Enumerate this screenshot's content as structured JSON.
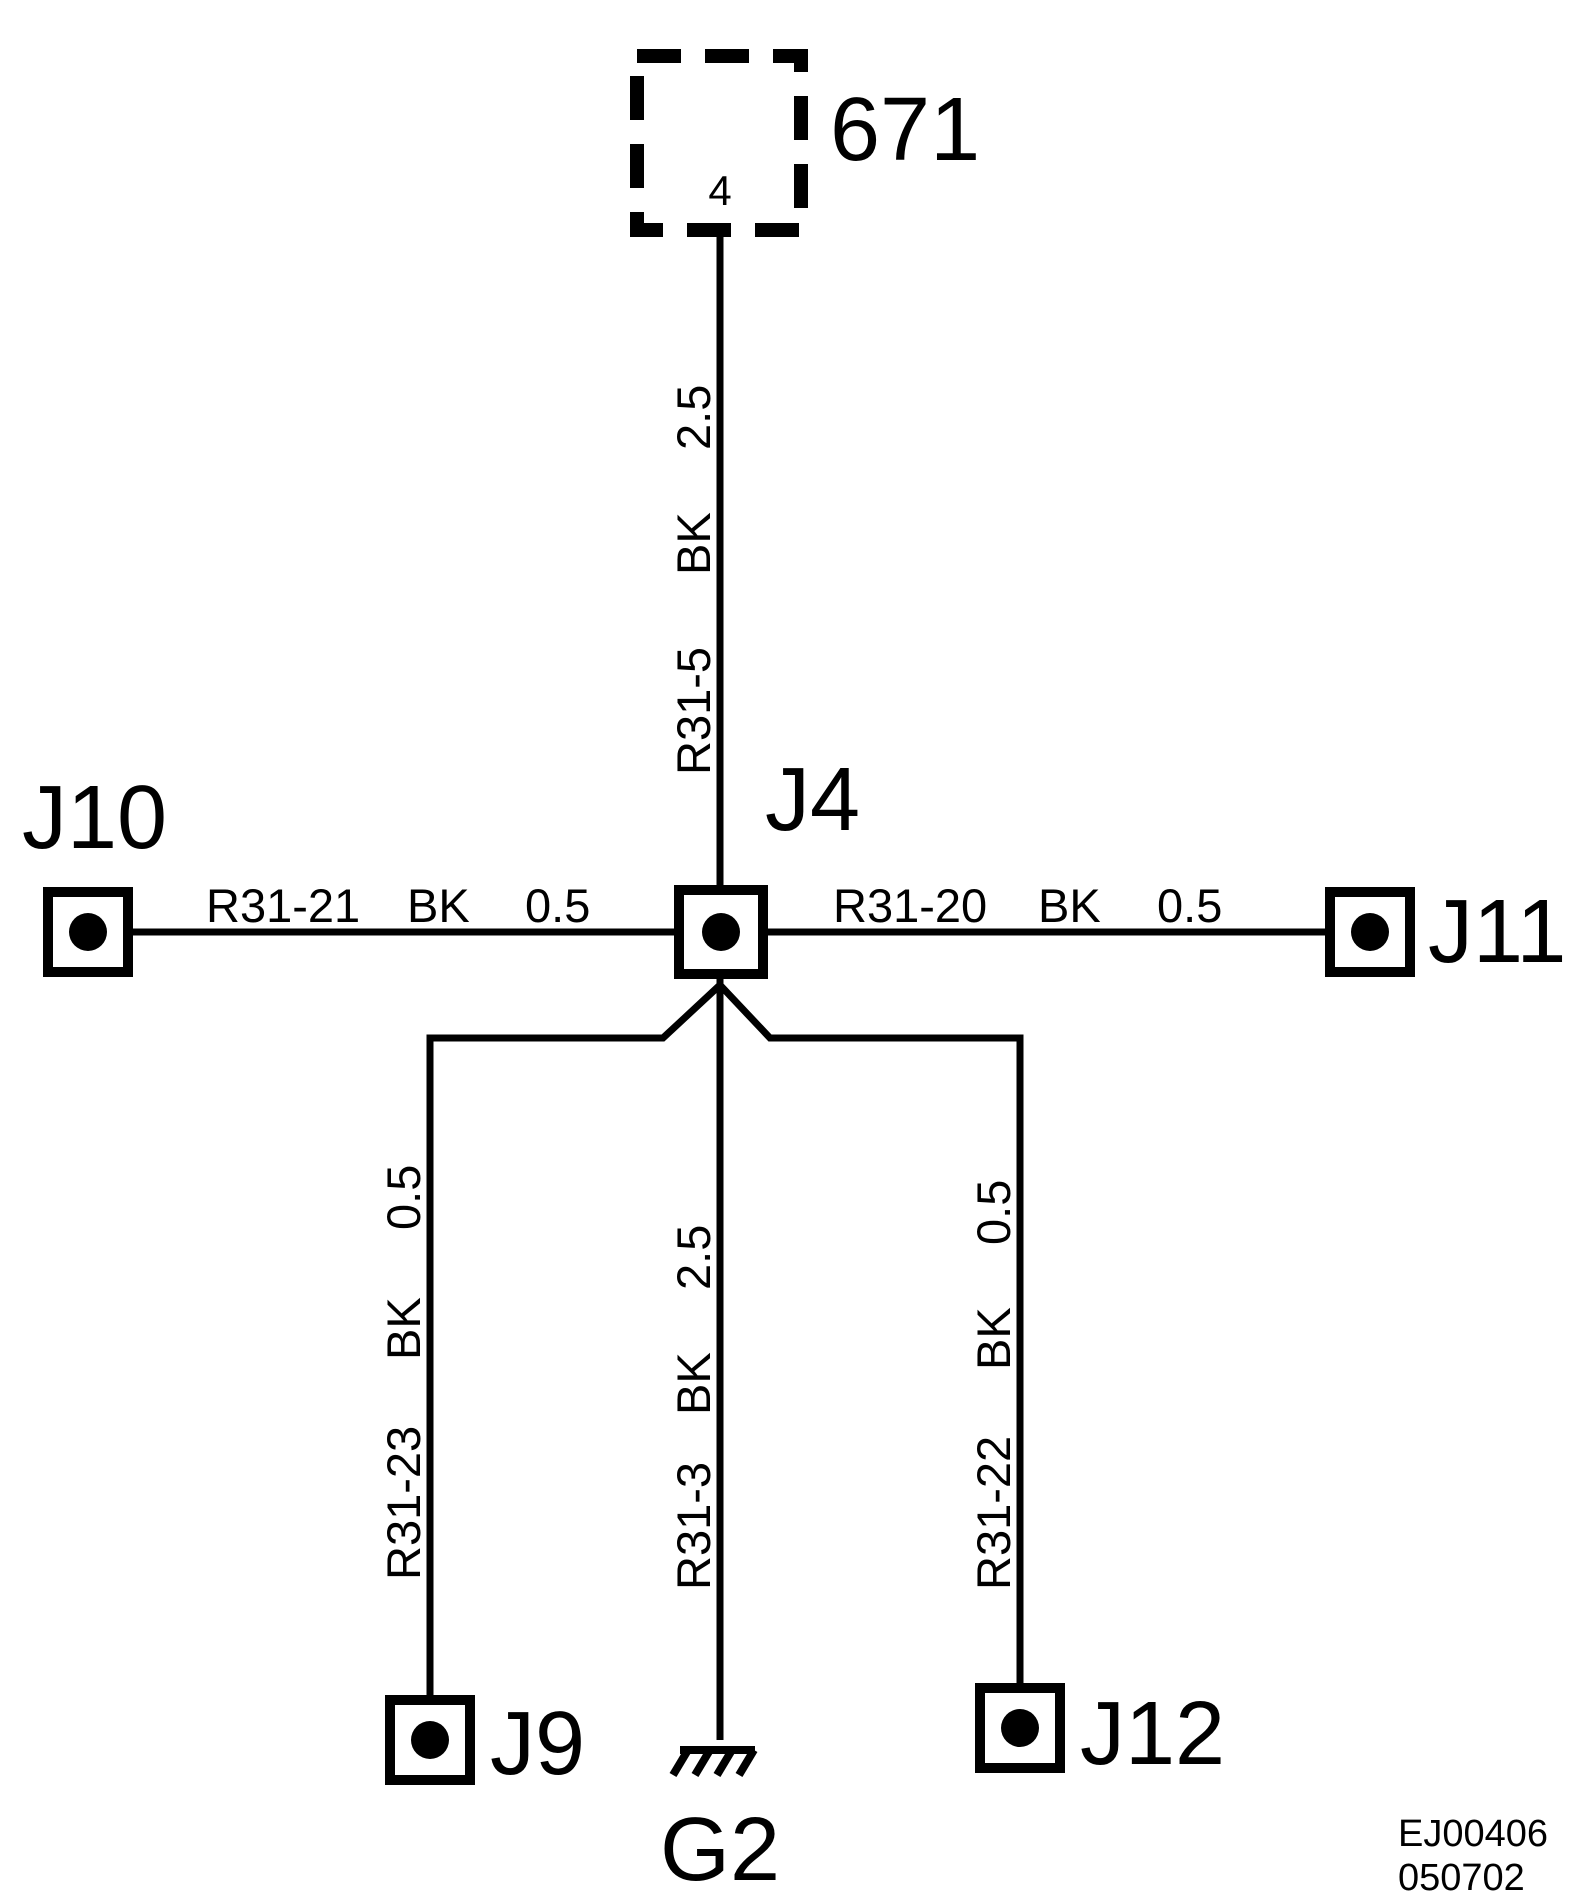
{
  "component": {
    "id": "671",
    "pin": "4"
  },
  "splice": {
    "id": "J4"
  },
  "connectors": {
    "left": "J10",
    "right": "J11",
    "bottom_left": "J9",
    "bottom_right": "J12"
  },
  "ground": {
    "id": "G2"
  },
  "wires": {
    "top": {
      "circuit": "R31-5",
      "color": "BK",
      "size": "2.5"
    },
    "left": {
      "circuit": "R31-21",
      "color": "BK",
      "size": "0.5"
    },
    "right": {
      "circuit": "R31-20",
      "color": "BK",
      "size": "0.5"
    },
    "bottom_left": {
      "circuit": "R31-23",
      "color": "BK",
      "size": "0.5"
    },
    "bottom_center": {
      "circuit": "R31-3",
      "color": "BK",
      "size": "2.5"
    },
    "bottom_right": {
      "circuit": "R31-22",
      "color": "BK",
      "size": "0.5"
    }
  },
  "reference": {
    "code": "EJ00406",
    "date": "050702"
  }
}
